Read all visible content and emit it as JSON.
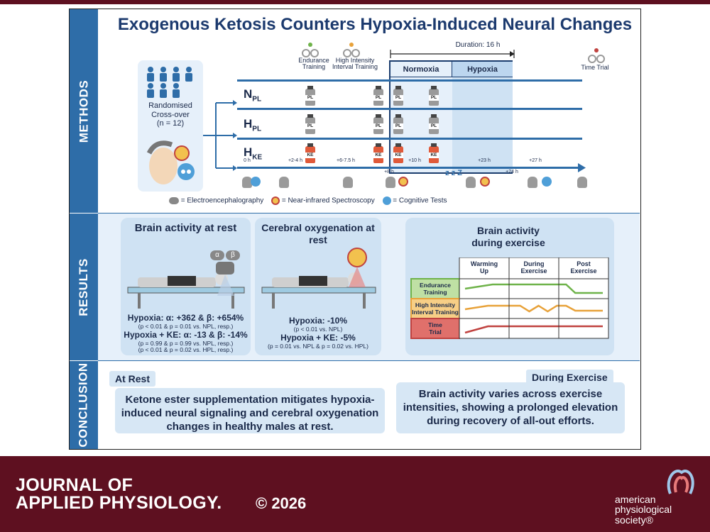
{
  "title": "Exogenous Ketosis Counters Hypoxia-Induced Neural Changes",
  "sections": {
    "methods": "METHODS",
    "results": "RESULTS",
    "conclusion": "CONCLUSION"
  },
  "methods": {
    "design_lines": [
      "Randomised",
      "Cross-over",
      "(n = 12)"
    ],
    "timeline_labels": {
      "endurance": "Endurance Training",
      "hiit": "High Intensity Interval Training",
      "time_trial": "Time Trial"
    },
    "duration": "Duration: 16 h",
    "conditions": [
      "Normoxia",
      "Hypoxia"
    ],
    "rows": [
      {
        "main": "N",
        "sub": "PL"
      },
      {
        "main": "H",
        "sub": "PL"
      },
      {
        "main": "H",
        "sub": "KE"
      }
    ],
    "bottle_pl": "PL",
    "bottle_ke": "KE",
    "times": [
      "0 h",
      "+2-4 h",
      "+6-7.5 h",
      "+8 h",
      "+10 h",
      "+23 h",
      "+24 h",
      "+27 h"
    ],
    "sleep": "z z Z",
    "legend": [
      "= Electroencephalography",
      "= Near-infrared Spectroscopy",
      "= Cognitive Tests"
    ]
  },
  "results": {
    "brain_rest": {
      "title": "Brain activity at rest",
      "greek": [
        "α",
        "β"
      ],
      "line1": "Hypoxia: α: +362 & β: +654%",
      "line1_note": "(p < 0.01 & p = 0.01 vs. NPL, resp.)",
      "line2": "Hypoxia + KE: α: -13 & β: -14%",
      "line2_note1": "(p = 0.99 & p = 0.99 vs. NPL, resp.)",
      "line2_note2": "(p < 0.01 & p = 0.02 vs. HPL, resp.)"
    },
    "cerebral": {
      "title": "Cerebral oxygenation at rest",
      "line1": "Hypoxia: -10%",
      "line1_note": "(p < 0.01 vs. NPL)",
      "line2": "Hypoxia + KE: -5%",
      "line2_note": "(p = 0.01 vs. NPL & p = 0.02 vs. HPL)"
    },
    "exercise": {
      "title": "Brain activity during exercise",
      "phases": [
        "Warming Up",
        "During Exercise",
        "Post Exercise"
      ],
      "rows": [
        {
          "label": "Endurance Training",
          "color": "#6fb34a",
          "bg": "#bfe0a4"
        },
        {
          "label": "High Intensity Interval Training",
          "color": "#e8a23a",
          "bg": "#f7cf86"
        },
        {
          "label": "Time Trial",
          "color": "#c0423f",
          "bg": "#e0706b"
        }
      ]
    }
  },
  "conclusion": {
    "rest_tag": "At Rest",
    "rest_text": "Ketone ester supplementation mitigates hypoxia-induced neural signaling and cerebral oxygenation changes in healthy males at rest.",
    "exercise_tag": "During Exercise",
    "exercise_text": "Brain activity varies across exercise intensities, showing a prolonged elevation during recovery of all-out efforts."
  },
  "footer": {
    "journal_line1": "JOURNAL OF",
    "journal_line2": "APPLIED PHYSIOLOGY.",
    "copyright": "© 2026",
    "society": [
      "american",
      "physiological",
      "society®"
    ]
  },
  "colors": {
    "brand": "#5e1020",
    "section_blue": "#2e6da8",
    "panel_blue": "#e6f0fa",
    "card_blue": "#cfe2f3"
  }
}
